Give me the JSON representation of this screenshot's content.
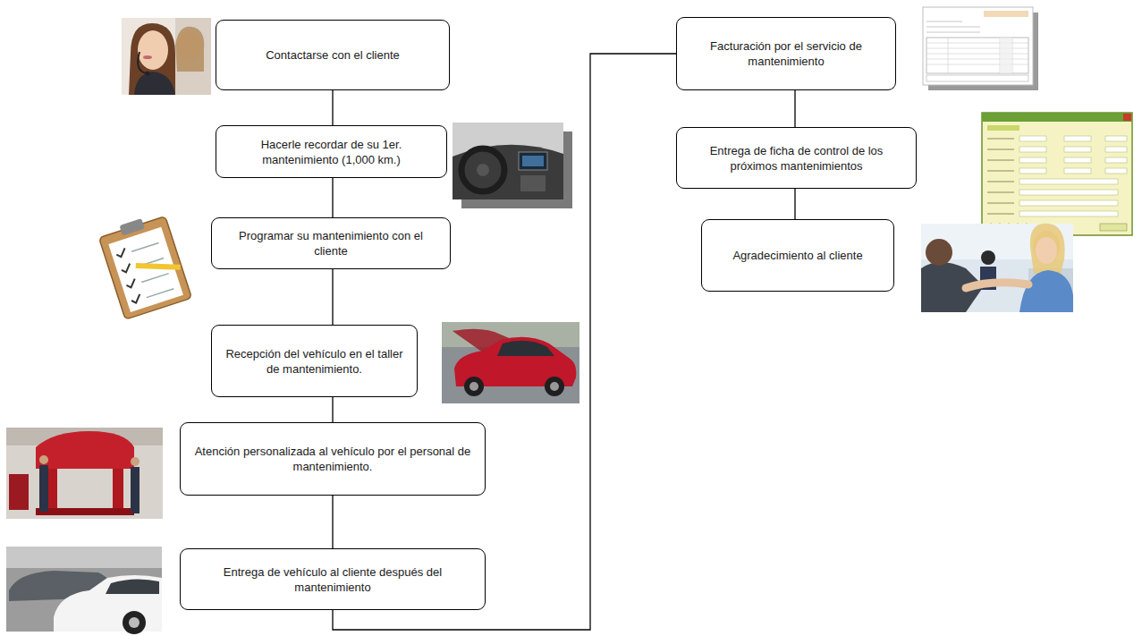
{
  "diagram": {
    "nodes": [
      {
        "text": [
          "Contactarse con el cliente"
        ]
      },
      {
        "text": [
          "Hacerle recordar de su 1er. mantenimiento (1,000 km.)"
        ]
      },
      {
        "text": [
          "Programar su mantenimiento con el cliente"
        ]
      },
      {
        "text": [
          "Recepción del vehículo en el taller de mantenimiento."
        ]
      },
      {
        "text": [
          "Atención personalizada al vehículo por el personal de mantenimiento."
        ]
      },
      {
        "text": [
          "Entrega de vehículo al cliente después del mantenimiento"
        ]
      },
      {
        "text": [
          "Facturación por el servicio de mantenimiento"
        ]
      },
      {
        "text": [
          "Entrega de ficha de control de los próximos mantenimientos"
        ]
      },
      {
        "text": [
          "Agradecimiento al cliente"
        ]
      }
    ],
    "edges": [
      {
        "from": 0,
        "to": 1,
        "arrow": "none"
      },
      {
        "from": 1,
        "to": 2,
        "arrow": "none"
      },
      {
        "from": 2,
        "to": 3,
        "arrow": "none"
      },
      {
        "from": 3,
        "to": 4,
        "arrow": "none"
      },
      {
        "from": 4,
        "to": 5,
        "arrow": "none"
      },
      {
        "from": 5,
        "to": 6,
        "arrow": "none"
      },
      {
        "from": 6,
        "to": 7,
        "arrow": "none"
      },
      {
        "from": 7,
        "to": 8,
        "arrow": "none"
      }
    ]
  }
}
